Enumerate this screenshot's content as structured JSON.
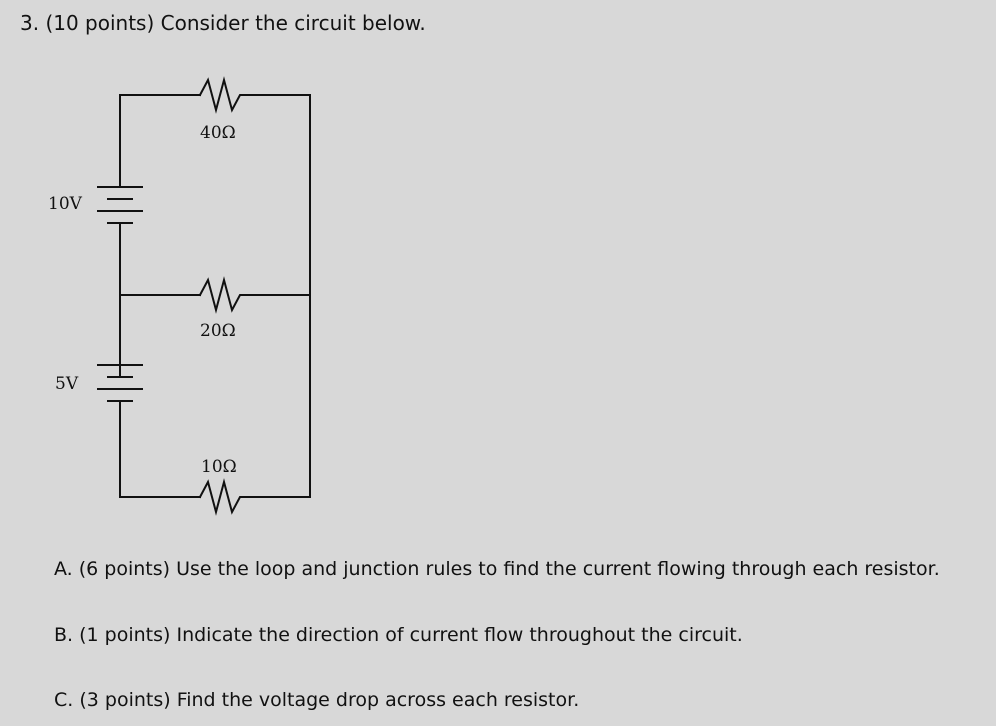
{
  "question": {
    "title": "3. (10 points) Consider the circuit below."
  },
  "circuit": {
    "resistors": [
      {
        "id": "r1",
        "label": "40Ω"
      },
      {
        "id": "r2",
        "label": "20Ω"
      },
      {
        "id": "r3",
        "label": "10Ω"
      }
    ],
    "batteries": [
      {
        "id": "b1",
        "label": "10V"
      },
      {
        "id": "b2",
        "label": "5V"
      }
    ]
  },
  "parts": [
    {
      "text": "A. (6 points) Use the loop and junction rules to find the current flowing through each resistor."
    },
    {
      "text": "B. (1 points) Indicate the direction of current flow throughout the circuit."
    },
    {
      "text": "C. (3 points) Find the voltage drop across each resistor."
    }
  ]
}
